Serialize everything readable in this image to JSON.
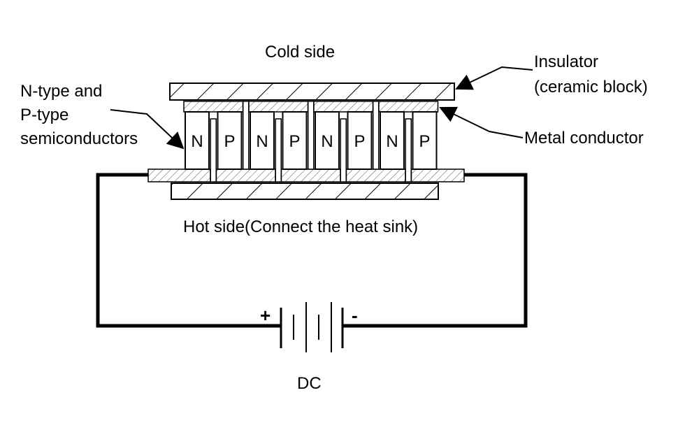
{
  "labels": {
    "cold_side": "Cold side",
    "hot_side": "Hot side(Connect the heat sink)",
    "semiconductors_line1": "N-type and",
    "semiconductors_line2": "P-type",
    "semiconductors_line3": "semiconductors",
    "insulator_line1": "Insulator",
    "insulator_line2": "(ceramic block)",
    "metal_conductor": "Metal conductor",
    "power_source": "DC",
    "plus": "+",
    "minus": "-"
  },
  "elements": [
    "N",
    "P",
    "N",
    "P",
    "N",
    "P",
    "N",
    "P"
  ],
  "colors": {
    "line": "#000000",
    "background": "#ffffff",
    "hatch": "#000000",
    "metal_fill": "#f2f2f2"
  }
}
